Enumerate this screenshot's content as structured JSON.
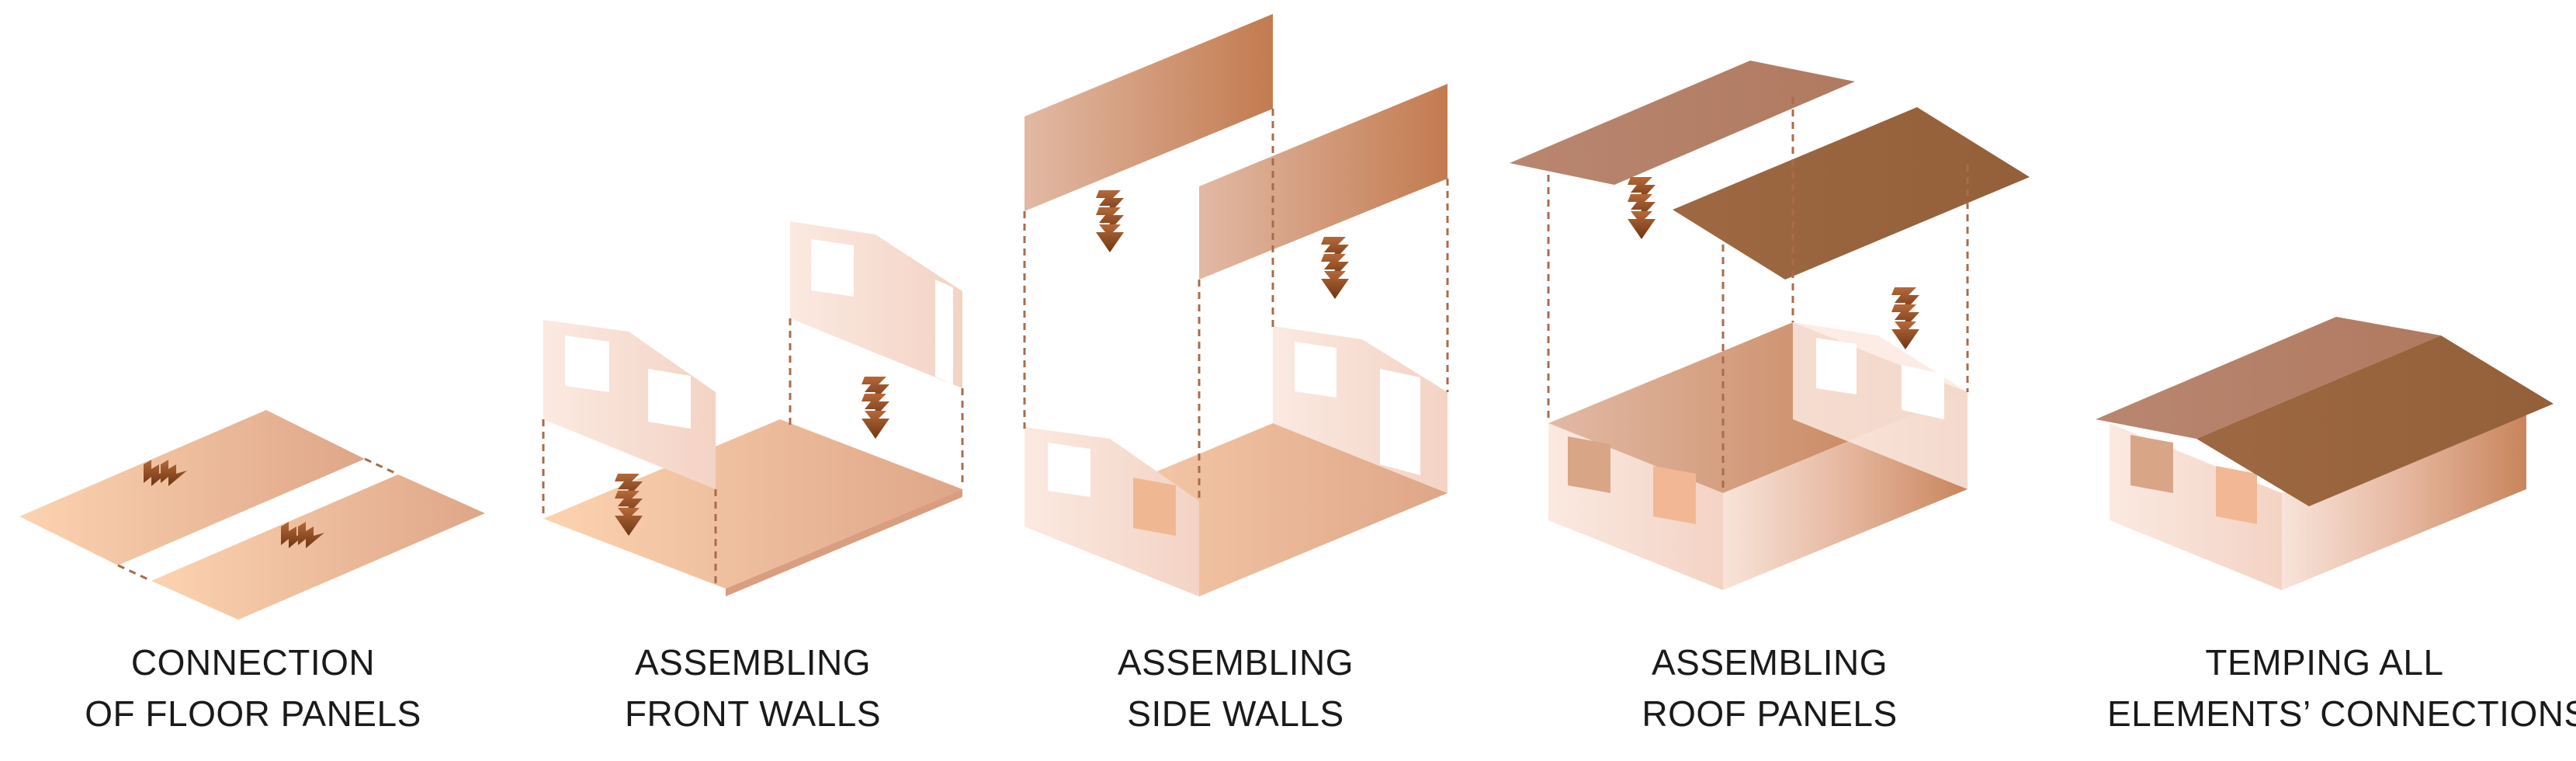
{
  "colors": {
    "floor_light": "#fcd3b0",
    "floor_dark": "#dea688",
    "wall_light": "#fbe9e1",
    "wall_mid": "#e9b49a",
    "panel_light": "#e2b9a4",
    "panel_dark": "#c27b4f",
    "roof_light": "#b6826a",
    "roof_dark": "#9a633e",
    "arrow": "#8a4a1e",
    "guide_line": "#a96c4a"
  },
  "steps": [
    {
      "id": "floor",
      "lines": [
        "CONNECTION",
        "OF FLOOR PANELS"
      ]
    },
    {
      "id": "front-walls",
      "lines": [
        "ASSEMBLING",
        "FRONT WALLS"
      ]
    },
    {
      "id": "side-walls",
      "lines": [
        "ASSEMBLING",
        "SIDE WALLS"
      ]
    },
    {
      "id": "roof",
      "lines": [
        "ASSEMBLING",
        "ROOF PANELS"
      ]
    },
    {
      "id": "final",
      "lines": [
        "TEMPING ALL",
        "ELEMENTS’ CONNECTIONS"
      ]
    }
  ]
}
